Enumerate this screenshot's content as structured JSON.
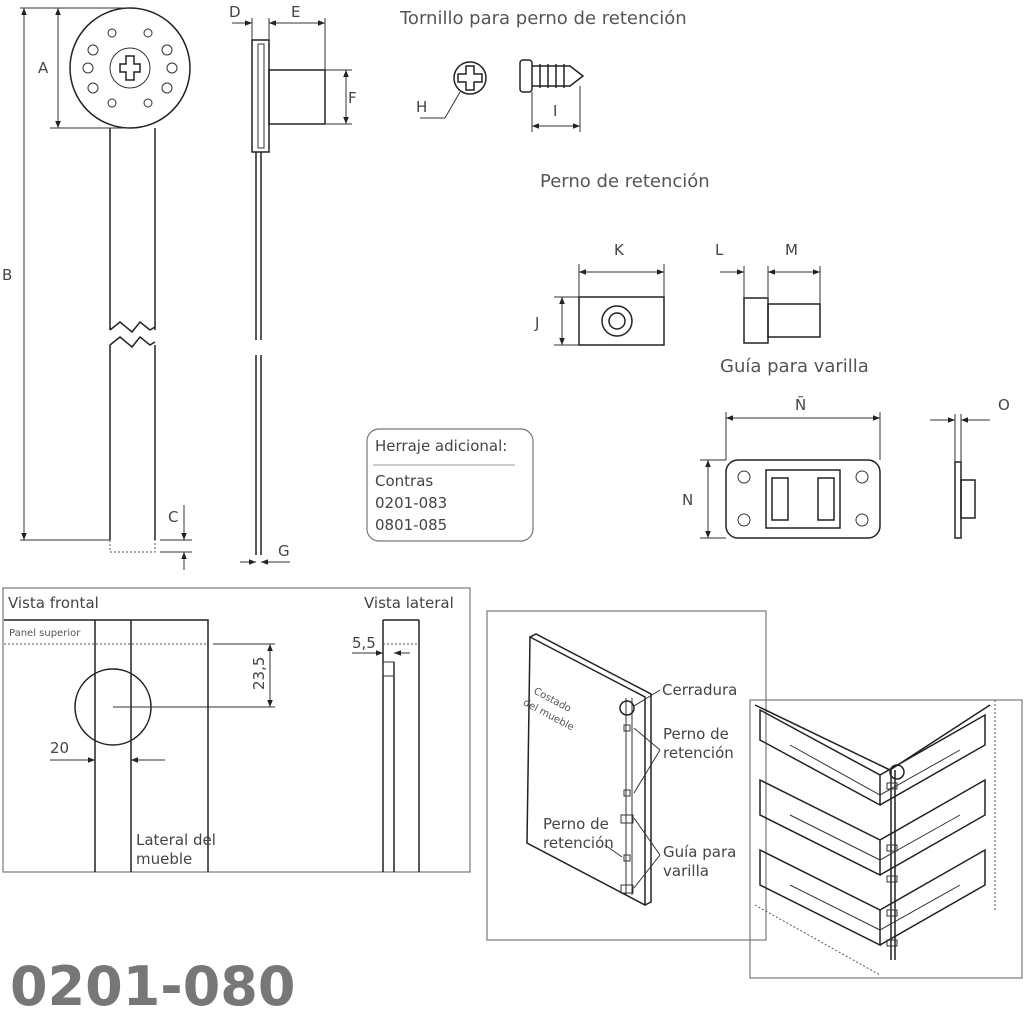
{
  "labels": {
    "A": "A",
    "B": "B",
    "C": "C",
    "D": "D",
    "E": "E",
    "F": "F",
    "G": "G",
    "H": "H",
    "I": "I",
    "J": "J",
    "K": "K",
    "L": "L",
    "M": "M",
    "N": "N",
    "Ntilde": "Ñ",
    "O": "O"
  },
  "titles": {
    "screw": "Tornillo para perno de retención",
    "bolt": "Perno de retención",
    "guide": "Guía para varilla"
  },
  "extra_hardware": {
    "title": "Herraje adicional:",
    "lines": [
      "Contras",
      "0201-083",
      "0801-085"
    ]
  },
  "front_view": {
    "title": "Vista frontal",
    "panel": "Panel superior",
    "dim_height": "23,5",
    "dim_width": "20",
    "lateral_1": "Lateral del",
    "lateral_2": "mueble"
  },
  "side_view": {
    "title": "Vista lateral",
    "dim": "5,5"
  },
  "iso_view": {
    "costado_1": "Costado",
    "costado_2": "del mueble",
    "cerradura": "Cerradura",
    "perno_1": "Perno de",
    "perno_2": "retención",
    "guia_1": "Guía para",
    "guia_2": "varilla"
  },
  "product_code": "0201-080"
}
